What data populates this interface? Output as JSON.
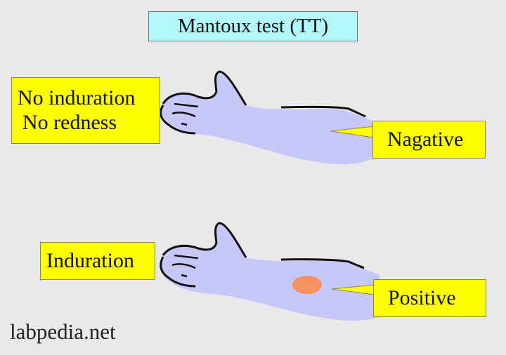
{
  "title": "Mantoux test (TT)",
  "diagram": {
    "top_arm": {
      "left_label": [
        "No induration",
        "No redness"
      ],
      "result_label": "Nagative",
      "has_lesion": false
    },
    "bottom_arm": {
      "left_label": [
        "Induration"
      ],
      "result_label": "Positive",
      "has_lesion": true
    }
  },
  "watermark": "labpedia.net",
  "colors": {
    "background": "#e9e9e9",
    "title_box": "#b3f7fb",
    "label_box": "#ffff00",
    "arm_fill": "#c8c8f8",
    "lesion": "#f99060"
  }
}
